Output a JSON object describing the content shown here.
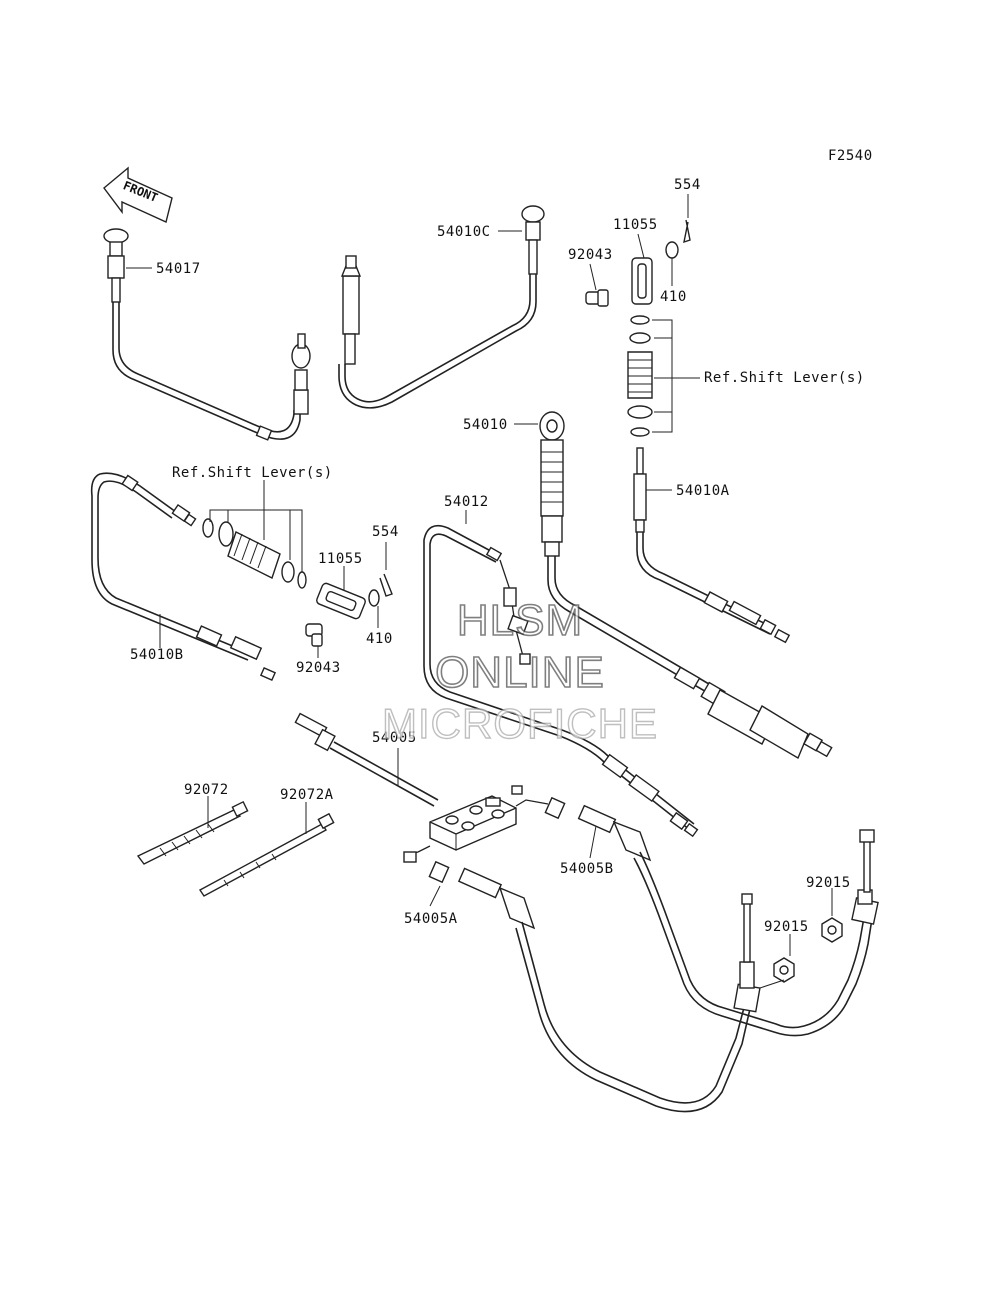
{
  "diagram_code": "F2540",
  "front_arrow": "FRONT",
  "labels": {
    "p54017": "54017",
    "p54010C": "54010C",
    "p554_top": "554",
    "p11055_top": "11055",
    "p92043_top": "92043",
    "p410_top": "410",
    "ref_shift_right": "Ref.Shift Lever(s)",
    "p54010": "54010",
    "p54010A": "54010A",
    "ref_shift_left": "Ref.Shift Lever(s)",
    "p54012": "54012",
    "p554_left": "554",
    "p11055_left": "11055",
    "p54010B": "54010B",
    "p410_left": "410",
    "p92043_left": "92043",
    "p54005": "54005",
    "p92072": "92072",
    "p92072A": "92072A",
    "p54005B": "54005B",
    "p92015_a": "92015",
    "p92015_b": "92015",
    "p54005A": "54005A"
  },
  "watermark": {
    "line1": "HLSM",
    "line2": "ONLINE",
    "line3": "MICROFICHE"
  }
}
